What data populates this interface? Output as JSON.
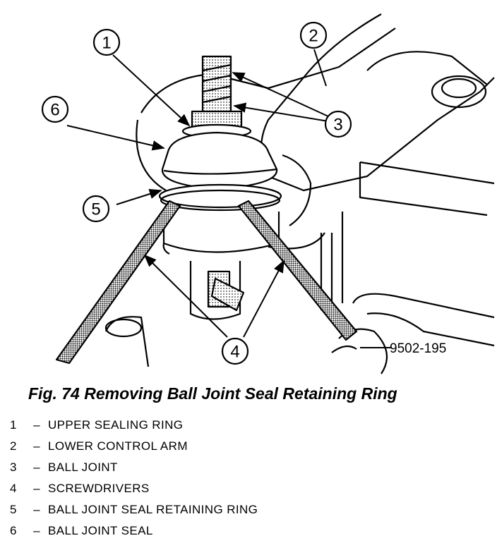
{
  "figure": {
    "code": "9502-195",
    "caption": "Fig. 74 Removing Ball Joint Seal Retaining Ring",
    "callouts": [
      "1",
      "2",
      "3",
      "4",
      "5",
      "6"
    ]
  },
  "legend": [
    {
      "num": "1",
      "dash": "–",
      "label": "UPPER SEALING RING"
    },
    {
      "num": "2",
      "dash": "–",
      "label": "LOWER CONTROL ARM"
    },
    {
      "num": "3",
      "dash": "–",
      "label": "BALL JOINT"
    },
    {
      "num": "4",
      "dash": "–",
      "label": "SCREWDRIVERS"
    },
    {
      "num": "5",
      "dash": "–",
      "label": "BALL JOINT SEAL RETAINING RING"
    },
    {
      "num": "6",
      "dash": "–",
      "label": "BALL JOINT SEAL"
    }
  ]
}
